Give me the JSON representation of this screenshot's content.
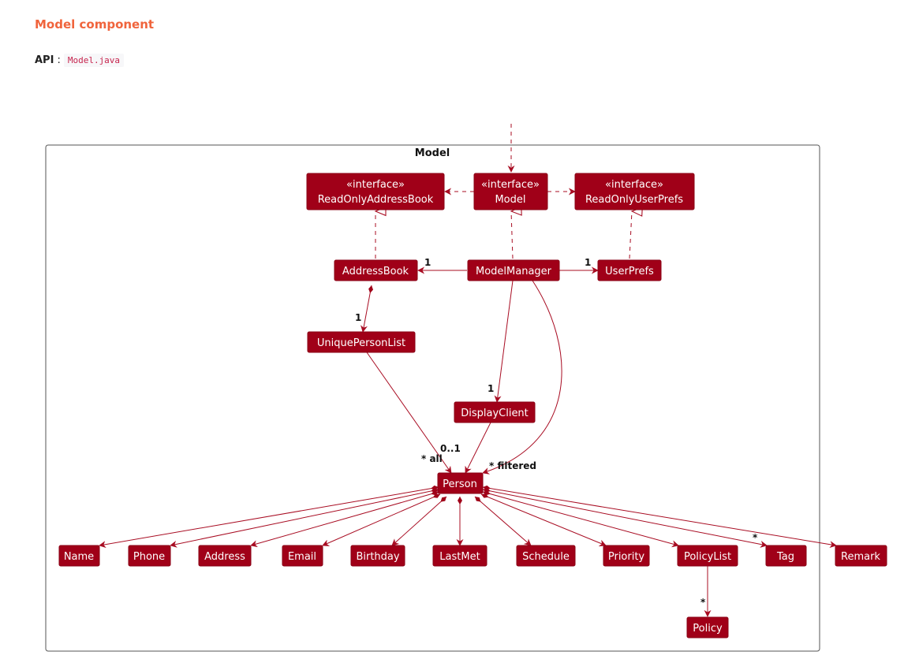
{
  "heading": "Model component",
  "api": {
    "label": "API",
    "separator": ":",
    "link": "Model.java"
  },
  "diagram": {
    "package_title": "Model",
    "stereotype": "«interface»",
    "nodes": {
      "read_only_address_book": "ReadOnlyAddressBook",
      "model": "Model",
      "read_only_user_prefs": "ReadOnlyUserPrefs",
      "address_book": "AddressBook",
      "model_manager": "ModelManager",
      "user_prefs": "UserPrefs",
      "unique_person_list": "UniquePersonList",
      "display_client": "DisplayClient",
      "person": "Person",
      "name": "Name",
      "phone": "Phone",
      "address": "Address",
      "email": "Email",
      "birthday": "Birthday",
      "last_met": "LastMet",
      "schedule": "Schedule",
      "priority": "Priority",
      "policy_list": "PolicyList",
      "tag": "Tag",
      "remark": "Remark",
      "policy": "Policy"
    },
    "multiplicities": {
      "address_book": "1",
      "user_prefs": "1",
      "unique_person_list": "1",
      "display_client": "1",
      "display_to_person": "0..1",
      "all": "* all",
      "filtered": "* filtered",
      "tag": "*",
      "policy": "*"
    }
  },
  "colors": {
    "node_fill": "#a00018",
    "edge": "#a80c22",
    "heading": "#f0643c"
  }
}
